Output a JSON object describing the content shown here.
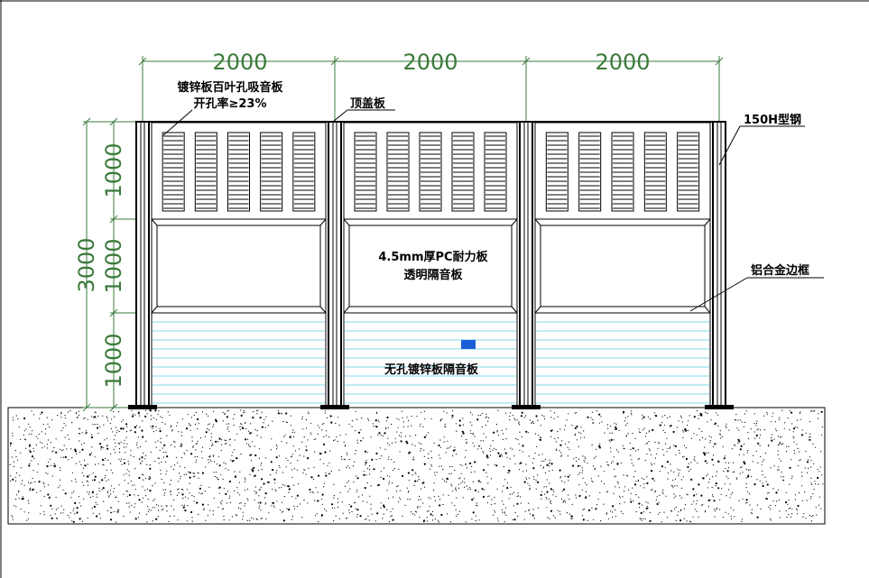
{
  "dimensions": {
    "span_1": "2000",
    "span_2": "2000",
    "span_3": "2000",
    "total_height": "3000",
    "tier_top": "1000",
    "tier_middle": "1000",
    "tier_bottom": "1000"
  },
  "labels": {
    "louver_panel_line1": "镀锌板百叶孔吸音板",
    "louver_panel_line2": "开孔率≥23%",
    "top_cover": "顶盖板",
    "h_steel": "150H型钢",
    "pc_panel_line1": "4.5mm厚PC耐力板",
    "pc_panel_line2": "透明隔音板",
    "aluminum_frame": "铝合金边框",
    "solid_panel": "无孔镀锌板隔音板"
  },
  "colors": {
    "line": "#000000",
    "dimension": "#3a7a3a",
    "cyan_lines": "#7fd8e8",
    "marker": "#1a5fd8"
  }
}
